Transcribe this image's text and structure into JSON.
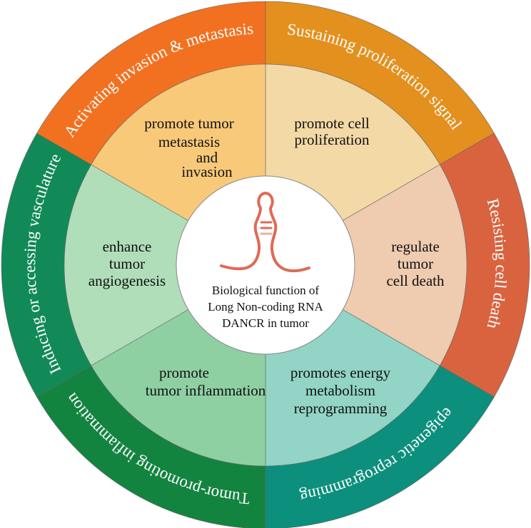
{
  "center": {
    "lines": [
      "Biological function of",
      "Long Non-coding RNA",
      "DANCR in tumor"
    ],
    "icon": "rna-hairpin-icon",
    "icon_color": "#e06a55"
  },
  "segments": [
    {
      "outer_label": "Sustaining proliferation signal",
      "outer_color": "#e4901e",
      "inner_lines": [
        "promote cell",
        "proliferation"
      ],
      "inner_color": "#f3d9a6"
    },
    {
      "outer_label": "Resisting cell death",
      "outer_color": "#d9633f",
      "inner_lines": [
        "regulate",
        "tumor",
        "cell death"
      ],
      "inner_color": "#efcbb0"
    },
    {
      "outer_label": "epigenetic reprogramming",
      "outer_color": "#0c8f7c",
      "inner_lines": [
        "promotes energy",
        "metabolism",
        "reprogramming"
      ],
      "inner_color": "#92d4c6"
    },
    {
      "outer_label": "Tumor-promoting inflammation",
      "outer_color": "#138440",
      "inner_lines": [
        "promote",
        "tumor inflammation"
      ],
      "inner_color": "#8fd0a3"
    },
    {
      "outer_label": "Inducing or accessing vasculature",
      "outer_color": "#118a58",
      "inner_lines": [
        "enhance",
        "tumor",
        "angiogenesis"
      ],
      "inner_color": "#afdeb9"
    },
    {
      "outer_label": "Activating invasion & metastasis",
      "outer_color": "#f27120",
      "inner_lines": [
        "promote tumor",
        "metastasis",
        "and",
        "invasion"
      ],
      "inner_color": "#f9c97a"
    }
  ]
}
